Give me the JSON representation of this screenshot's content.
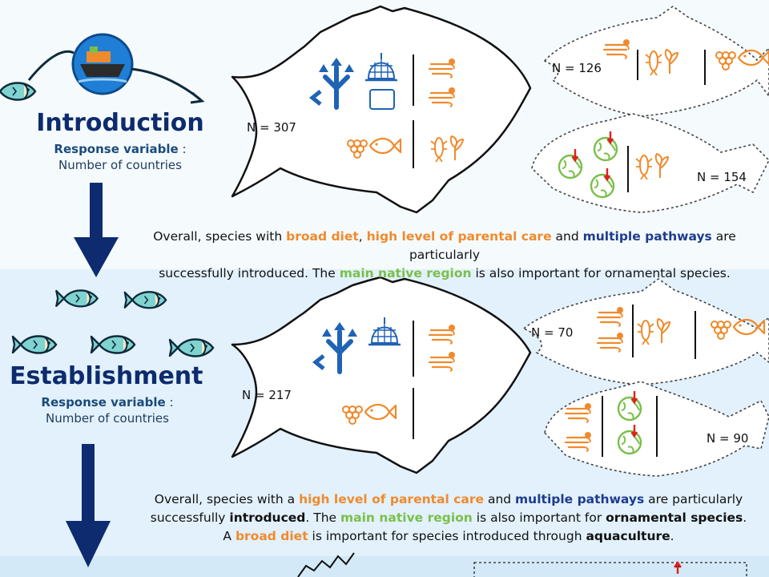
{
  "intro": {
    "title": "Introduction",
    "response_label": "Response variable",
    "response_colon": " :",
    "response_value": "Number of countries",
    "n_main": "N = 307",
    "n_top": "N = 126",
    "n_bottom": "N = 154",
    "summary": [
      {
        "t": "Overall, species with ",
        "s": ""
      },
      {
        "t": "broad diet",
        "s": "o"
      },
      {
        "t": ", ",
        "s": ""
      },
      {
        "t": "high level of parental care",
        "s": "o"
      },
      {
        "t": " and ",
        "s": ""
      },
      {
        "t": "multiple pathways",
        "s": "b"
      },
      {
        "t": " are particularly",
        "s": ""
      },
      {
        "t": "\n",
        "s": "br"
      },
      {
        "t": "successfully introduced. The ",
        "s": ""
      },
      {
        "t": "main native region",
        "s": "g"
      },
      {
        "t": " is also important for ornamental species.",
        "s": ""
      }
    ]
  },
  "establishment": {
    "title": "Establishment",
    "response_label": "Response variable",
    "response_colon": " :",
    "response_value": "Number of countries",
    "n_main": "N = 217",
    "n_top": "N = 70",
    "n_bottom": "N = 90",
    "summary": [
      {
        "t": "Overall, species with a ",
        "s": ""
      },
      {
        "t": "high level of parental care",
        "s": "o"
      },
      {
        "t": " and ",
        "s": ""
      },
      {
        "t": "multiple pathways",
        "s": "b"
      },
      {
        "t": " are particularly",
        "s": ""
      },
      {
        "t": "\n",
        "s": "br"
      },
      {
        "t": "successfully ",
        "s": ""
      },
      {
        "t": "introduced",
        "s": "k"
      },
      {
        "t": ". The ",
        "s": ""
      },
      {
        "t": "main native region",
        "s": "g"
      },
      {
        "t": " is also important for ",
        "s": ""
      },
      {
        "t": "ornamental species",
        "s": "k"
      },
      {
        "t": ".",
        "s": ""
      },
      {
        "t": "\n",
        "s": "br"
      },
      {
        "t": "A ",
        "s": ""
      },
      {
        "t": "broad diet",
        "s": "o"
      },
      {
        "t": " is important for species introduced through ",
        "s": ""
      },
      {
        "t": "aquaculture",
        "s": "k"
      },
      {
        "t": ".",
        "s": ""
      }
    ]
  },
  "colors": {
    "navy": "#0d2b6e",
    "blue": "#1f63b5",
    "orange": "#f08a2c",
    "green": "#7bbf4a",
    "fish": "#7fd3d0",
    "red": "#e02020"
  },
  "icons": [
    "ship-icon",
    "fish-icon",
    "pathways-icon",
    "net-icon",
    "fish-farm-icon",
    "wind-spread-icon",
    "parental-care-icon",
    "diet-icon",
    "globe-icon",
    "arrow-down-icon"
  ]
}
